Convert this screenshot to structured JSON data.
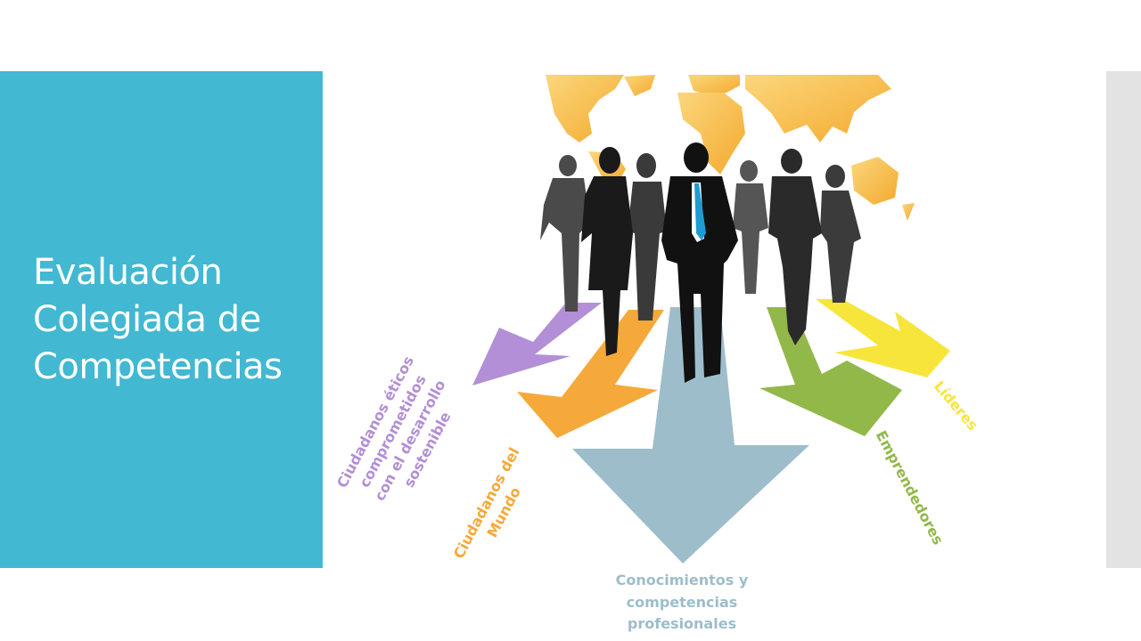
{
  "slide": {
    "title": "Evaluación\nColegiada de\nCompetencias",
    "colors": {
      "panel": "#42b8d2",
      "side_bar": "#e3e3e3",
      "purple": "#b28fd6",
      "orange": "#f5a93a",
      "blue_gray": "#9dbdcb",
      "green": "#92b84a",
      "yellow": "#f7e53b",
      "map": "#f8c451"
    }
  },
  "labels": {
    "purple": [
      "Ciudadanos éticos",
      "comprometidos",
      "con el desarrollo",
      "sostenible"
    ],
    "orange": [
      "Ciudadanos del",
      "Mundo"
    ],
    "center": "Conocimientos y\ncompetencias\nprofesionales",
    "green": "Emprendedores",
    "yellow": "Líderes"
  },
  "icons": {
    "map": "world-map-illustration",
    "people": "business-people-silhouettes"
  }
}
